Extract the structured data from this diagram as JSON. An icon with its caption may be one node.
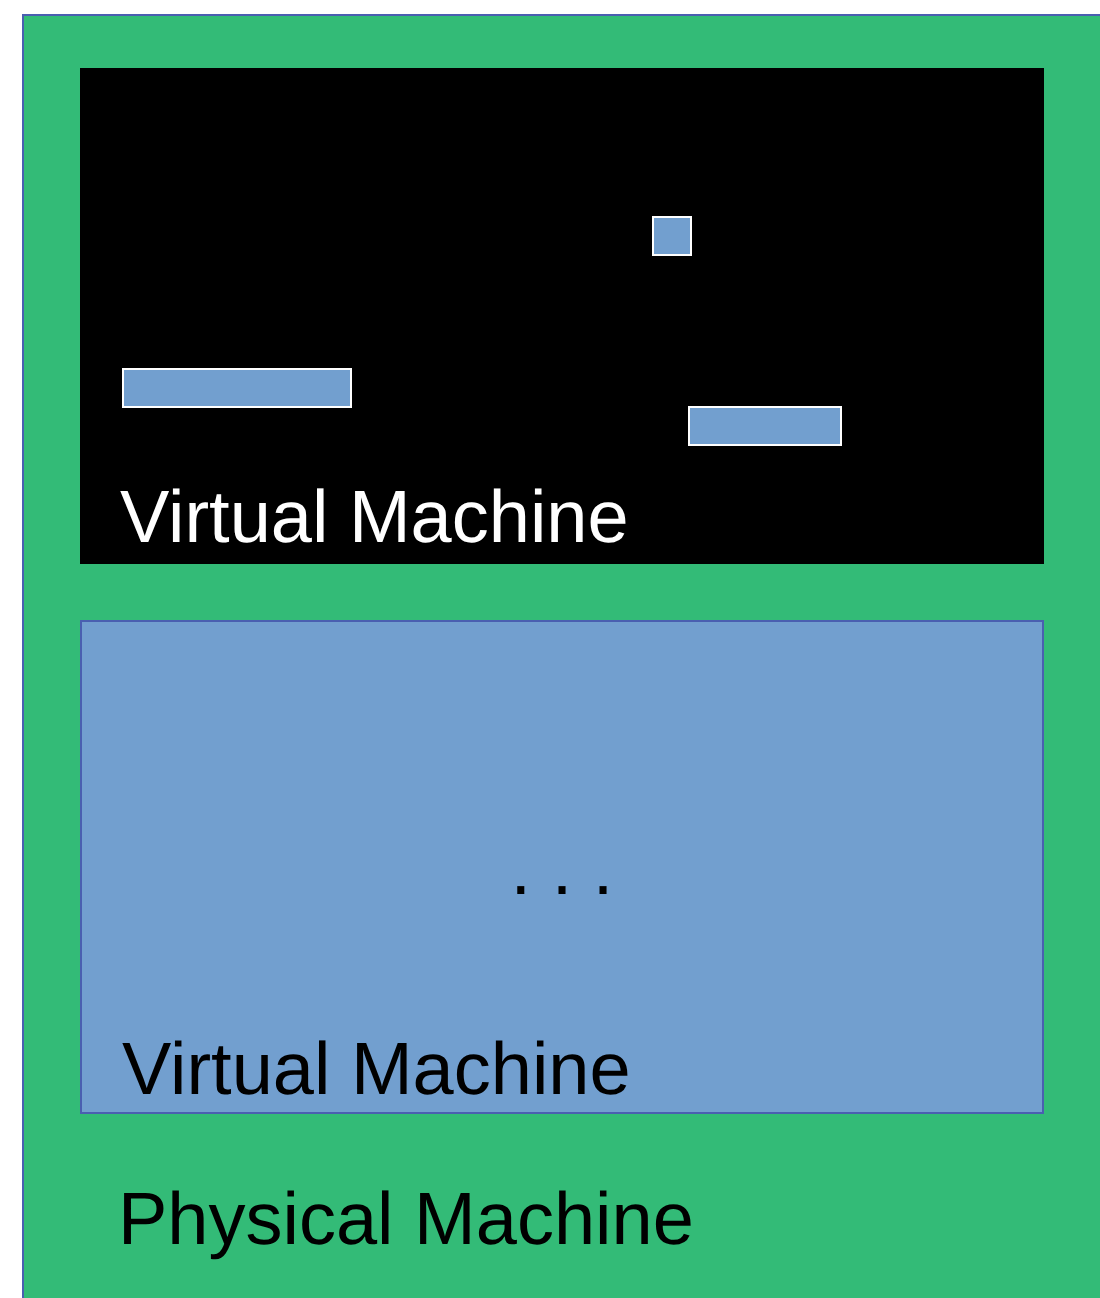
{
  "diagram": {
    "nodes": [
      {
        "text": [
          "Physical Machine"
        ]
      },
      {
        "text": [
          "Virtual Machine"
        ],
        "in": 0
      },
      {
        "text": [],
        "shape": "box",
        "in": 1
      },
      {
        "text": [],
        "shape": "box",
        "in": 1
      },
      {
        "text": [],
        "shape": "box",
        "in": 1
      },
      {
        "text": [
          ". . .",
          "Virtual Machine"
        ],
        "in": 0
      }
    ]
  }
}
